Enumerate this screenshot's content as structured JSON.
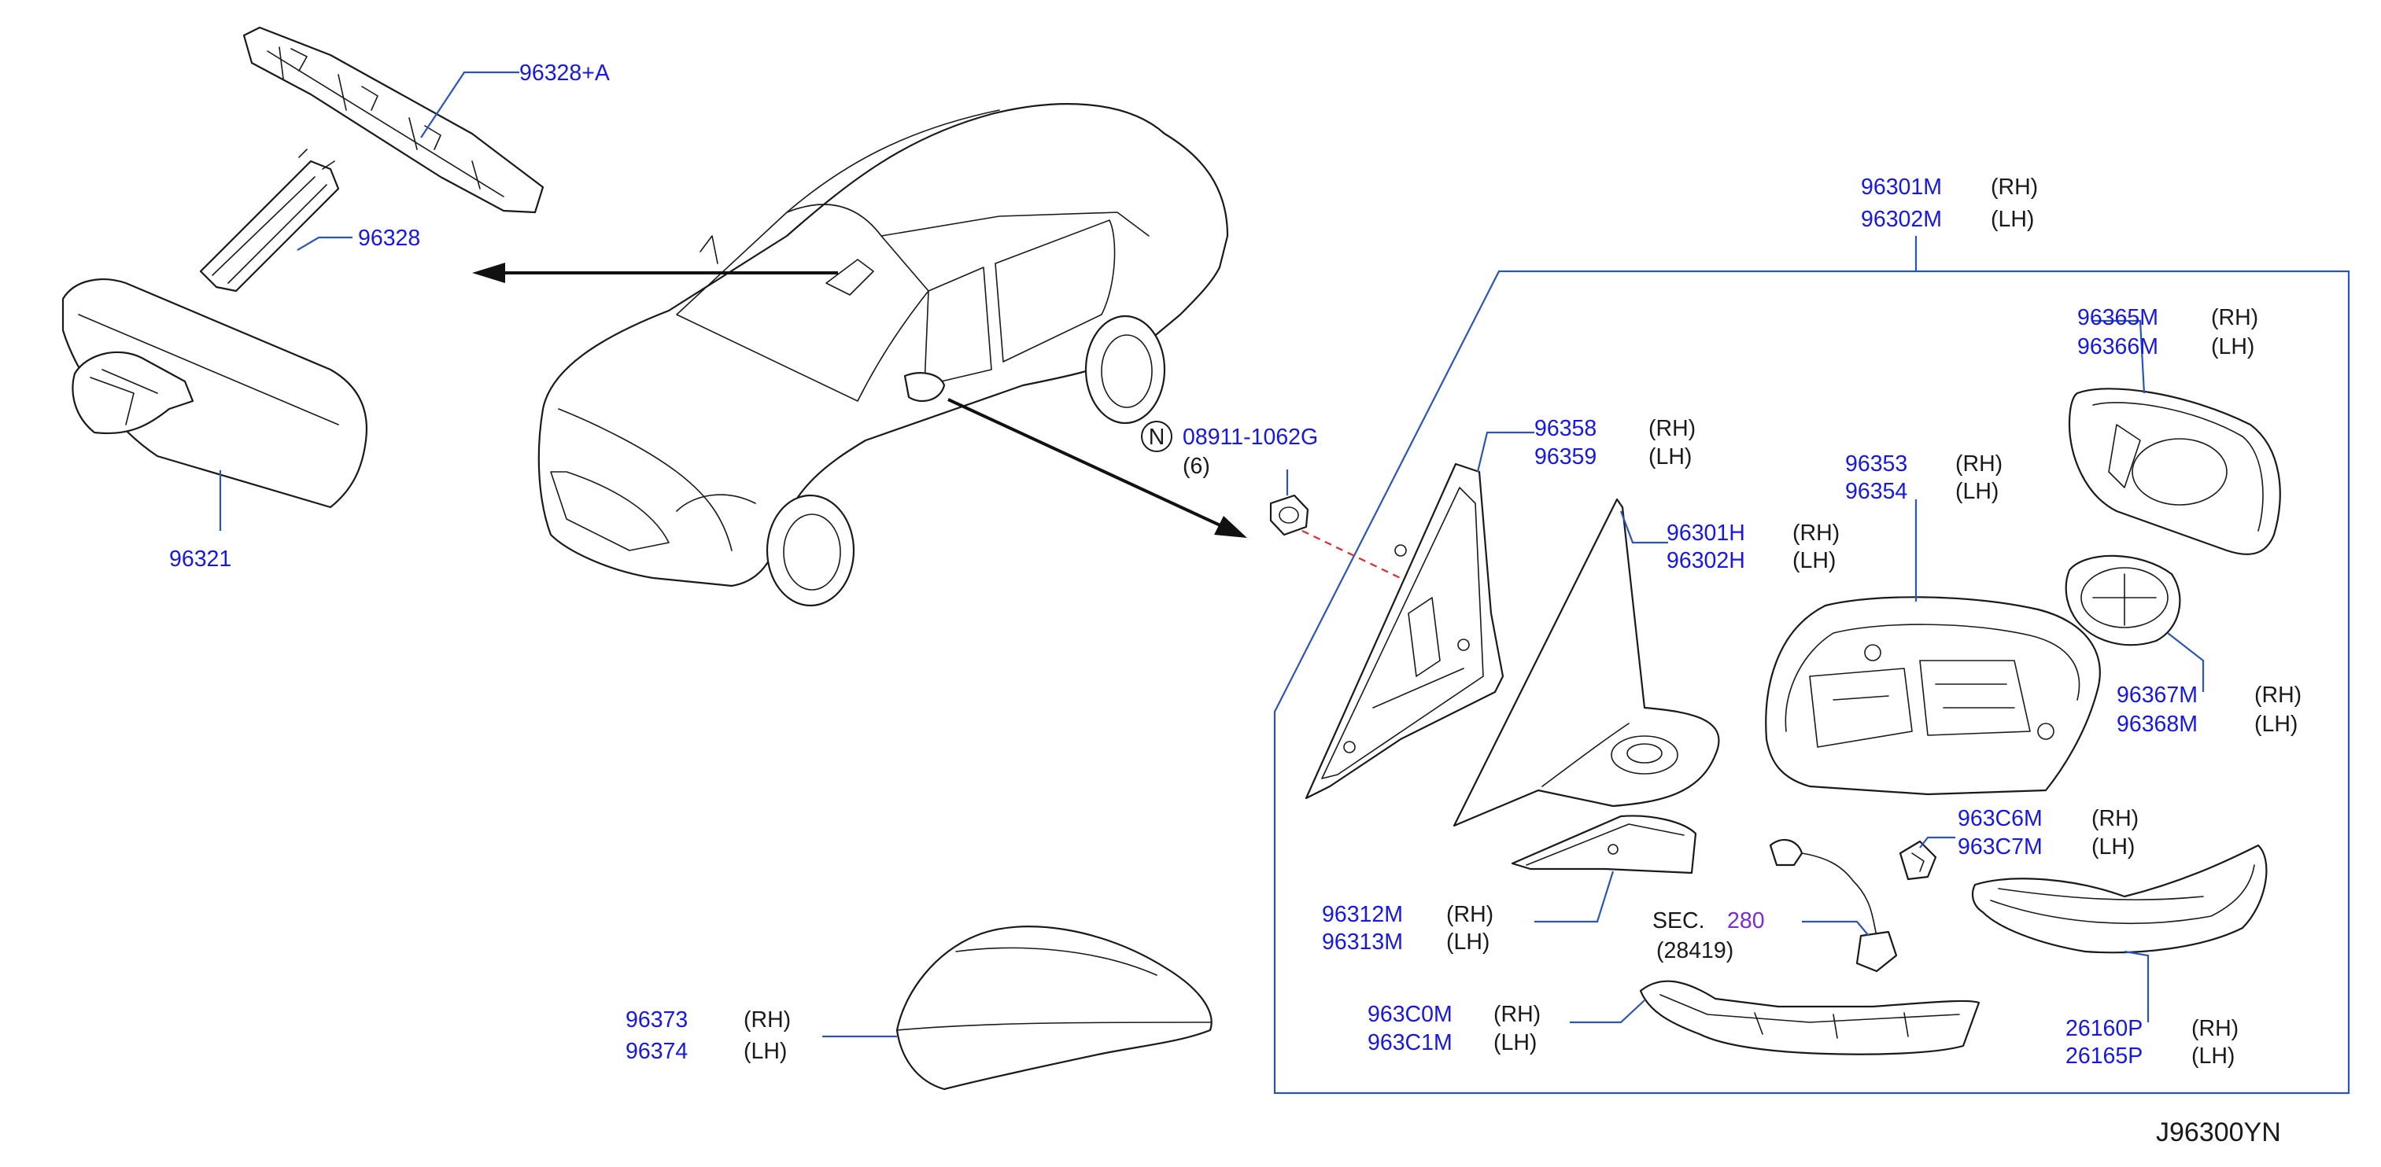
{
  "diagram": {
    "code": "J96300YN",
    "section_ref": {
      "prefix": "SEC.",
      "number": "280",
      "sub": "(28419)"
    },
    "bolt": {
      "symbol": "N",
      "part": "08911-1062G",
      "qty": "(6)"
    },
    "colors": {
      "part_number": "#1717e6",
      "section_link": "#7a2ad6",
      "leader": "#2b55b8",
      "dashed": "#e02a2a"
    },
    "parts": {
      "p96328a": "96328+A",
      "p96328": "96328",
      "p96321": "96321",
      "p96301m": {
        "rh": "96301M",
        "lh": "96302M"
      },
      "p96365m": {
        "rh": "96365M",
        "lh": "96366M"
      },
      "p96358": {
        "rh": "96358",
        "lh": "96359"
      },
      "p96353": {
        "rh": "96353",
        "lh": "96354"
      },
      "p96301h": {
        "rh": "96301H",
        "lh": "96302H"
      },
      "p96367m": {
        "rh": "96367M",
        "lh": "96368M"
      },
      "p963c6m": {
        "rh": "963C6M",
        "lh": "963C7M"
      },
      "p96312m": {
        "rh": "96312M",
        "lh": "96313M"
      },
      "p963c0m": {
        "rh": "963C0M",
        "lh": "963C1M"
      },
      "p26160p": {
        "rh": "26160P",
        "lh": "26165P"
      },
      "p96373": {
        "rh": "96373",
        "lh": "96374"
      }
    },
    "side": {
      "rh": "(RH)",
      "lh": "(LH)"
    }
  }
}
